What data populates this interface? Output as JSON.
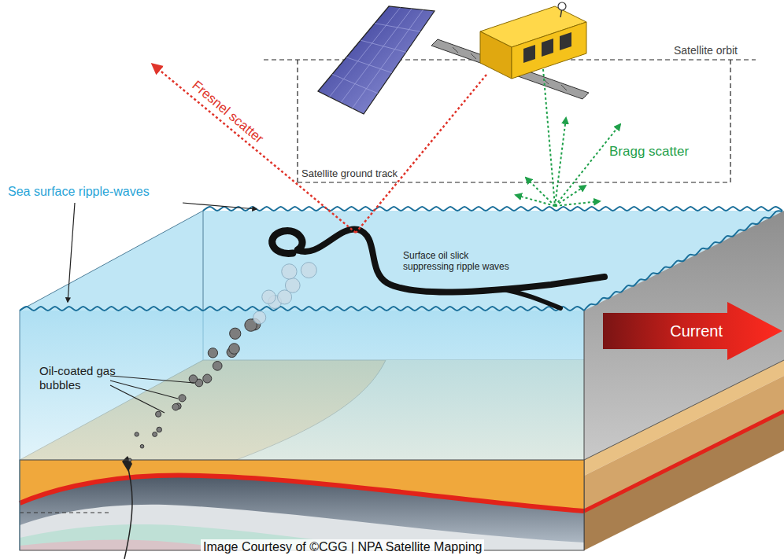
{
  "diagram": {
    "nodes": [
      {
        "text": [
          "Current"
        ]
      }
    ],
    "labels": [
      "Satellite orbit",
      "Fresnel scatter",
      "Bragg scatter",
      "Satellite ground track",
      "Sea surface ripple-waves",
      "Surface oil slick suppressing ripple waves",
      "Oil-coated gas bubbles",
      "Image Courtesy of ©CGG | NPA Satellite Mapping"
    ]
  }
}
